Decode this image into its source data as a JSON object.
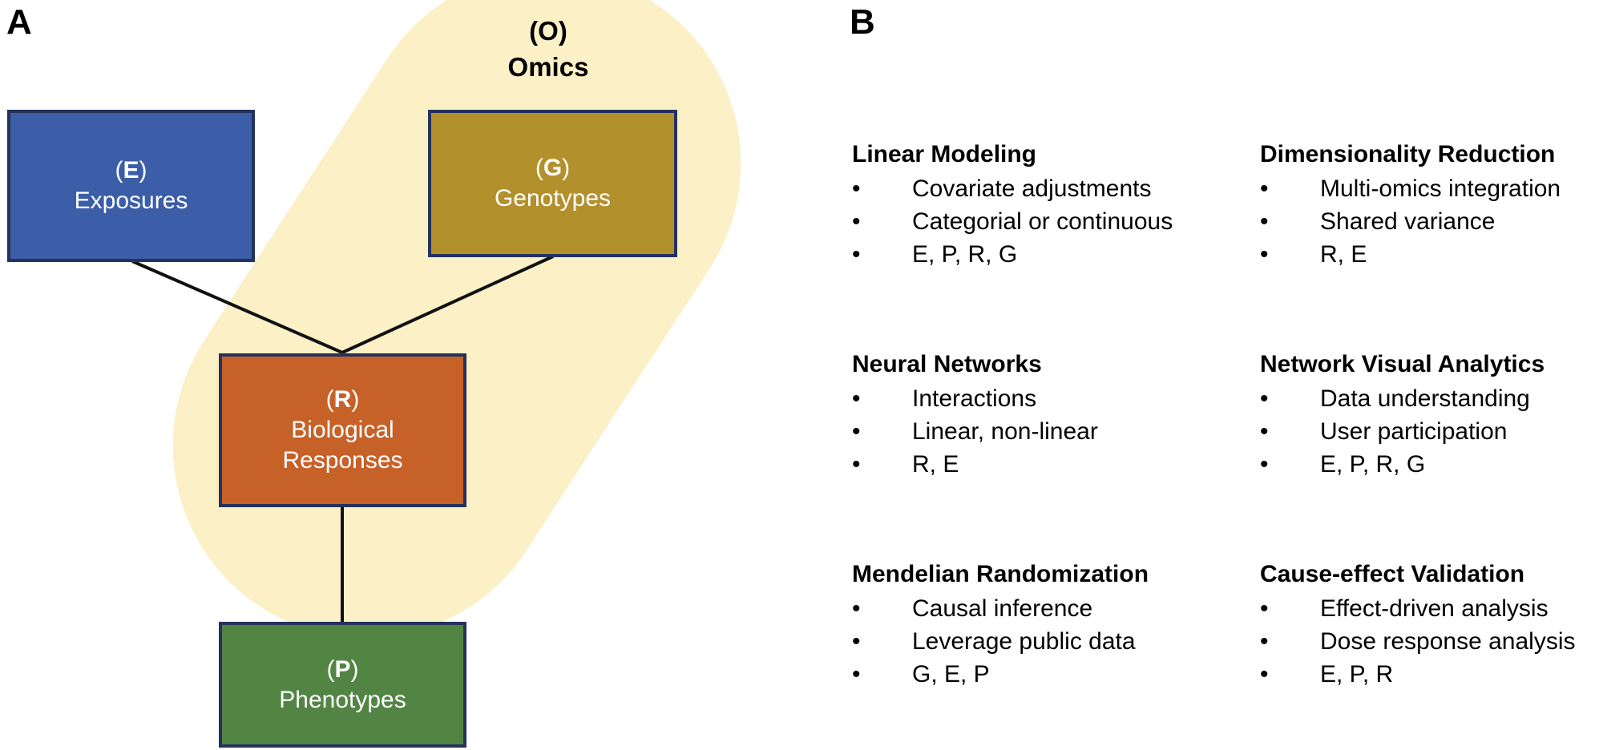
{
  "colors": {
    "background": "#FFFFFF",
    "blob": "#FCF0C7",
    "node_border": "#25325A",
    "exposures": "#3C5DA8",
    "genotypes": "#B2902C",
    "responses": "#C66128",
    "phenotypes": "#528544",
    "edge_line": "#111111"
  },
  "panel_a": {
    "label": "A",
    "omics": {
      "symbol": "(O)",
      "name": "Omics"
    },
    "nodes": {
      "e": {
        "open": "(",
        "letter": "E",
        "close": ")",
        "name": "Exposures"
      },
      "g": {
        "open": "(",
        "letter": "G",
        "close": ")",
        "name": "Genotypes"
      },
      "r": {
        "open": "(",
        "letter": "R",
        "close": ")",
        "name": "Biological",
        "name2": "Responses"
      },
      "p": {
        "open": "(",
        "letter": "P",
        "close": ")",
        "name": "Phenotypes"
      }
    }
  },
  "panel_b": {
    "label": "B",
    "bullet_char": "•",
    "methods": [
      {
        "title": "Linear Modeling",
        "bullets": [
          "Covariate adjustments",
          "Categorial or continuous",
          "E, P, R, G"
        ]
      },
      {
        "title": "Dimensionality Reduction",
        "bullets": [
          "Multi-omics integration",
          "Shared variance",
          "R, E"
        ]
      },
      {
        "title": "Neural Networks",
        "bullets": [
          "Interactions",
          "Linear, non-linear",
          "R, E"
        ]
      },
      {
        "title": "Network Visual Analytics",
        "bullets": [
          "Data understanding",
          "User participation",
          "E, P, R, G"
        ]
      },
      {
        "title": "Mendelian Randomization",
        "bullets": [
          "Causal inference",
          "Leverage public data",
          "G, E, P"
        ]
      },
      {
        "title": "Cause-effect Validation",
        "bullets": [
          "Effect-driven analysis",
          "Dose response analysis",
          "E, P, R"
        ]
      }
    ]
  }
}
